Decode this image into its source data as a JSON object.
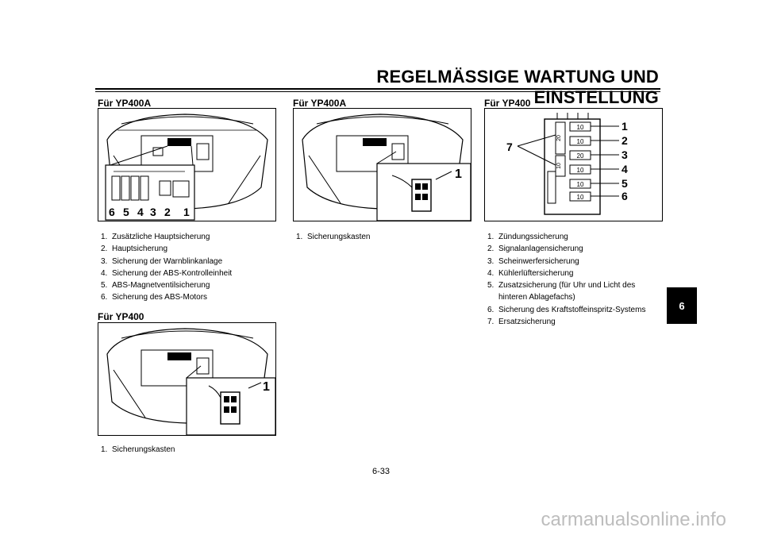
{
  "page": {
    "title": "REGELMÄSSIGE WARTUNG UND EINSTELLUNG",
    "chapter": "6",
    "page_number": "6-33",
    "watermark": "carmanualsonline.info"
  },
  "section1": {
    "heading": "Für YP400A",
    "callouts": [
      "6",
      "5",
      "4",
      "3",
      "2",
      "1"
    ],
    "items": [
      {
        "n": "1.",
        "text": "Zusätzliche Hauptsicherung"
      },
      {
        "n": "2.",
        "text": "Hauptsicherung"
      },
      {
        "n": "3.",
        "text": "Sicherung der Warnblinkanlage"
      },
      {
        "n": "4.",
        "text": "Sicherung der ABS-Kontrolleinheit"
      },
      {
        "n": "5.",
        "text": "ABS-Magnetventilsicherung"
      },
      {
        "n": "6.",
        "text": "Sicherung des ABS-Motors"
      }
    ]
  },
  "section2": {
    "heading": "Für YP400",
    "callout": "1",
    "items": [
      {
        "n": "1.",
        "text": "Sicherungskasten"
      }
    ]
  },
  "section3": {
    "heading": "Für YP400A",
    "callout": "1",
    "items": [
      {
        "n": "1.",
        "text": "Sicherungskasten"
      }
    ]
  },
  "section4": {
    "heading": "Für YP400",
    "callouts": [
      "1",
      "2",
      "3",
      "4",
      "5",
      "6",
      "7"
    ],
    "fuse_labels": [
      "10",
      "10",
      "20",
      "10",
      "10",
      "10"
    ],
    "spare_labels": [
      "20",
      "10"
    ],
    "items": [
      {
        "n": "1.",
        "text": "Zündungssicherung"
      },
      {
        "n": "2.",
        "text": "Signalanlagensicherung"
      },
      {
        "n": "3.",
        "text": "Scheinwerfersicherung"
      },
      {
        "n": "4.",
        "text": "Kühlerlüftersicherung"
      },
      {
        "n": "5.",
        "text": "Zusatzsicherung (für Uhr und Licht des hinteren Ablagefachs)"
      },
      {
        "n": "6.",
        "text": "Sicherung des Kraftstoffeinspritz-Systems"
      },
      {
        "n": "7.",
        "text": "Ersatzsicherung"
      }
    ]
  }
}
